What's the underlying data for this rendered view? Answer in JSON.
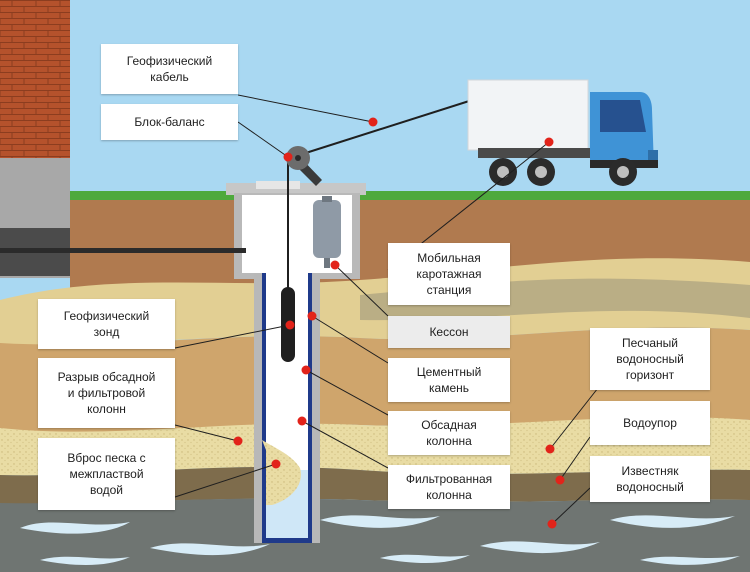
{
  "labels": {
    "geo_cable": "Геофизический\nкабель",
    "block_balance": "Блок-баланс",
    "mobile_station": "Мобильная\nкаротажная\nстанция",
    "caisson": "Кессон",
    "cement_stone": "Цементный\nкамень",
    "casing_column": "Обсадная\nколонна",
    "filter_column": "Фильтрованная\nколонна",
    "geo_probe": "Геофизический\nзонд",
    "casing_rupture": "Разрыв обсадной\nи фильтровой\nколонн",
    "sand_ejection": "Вброс песка с\nмежпластвой\nводой",
    "sandy_aquifer": "Песчаный\nводоносный\nгоризонт",
    "aquitard": "Водоупор",
    "limestone_aquifer": "Известняк\nводоносный"
  },
  "colors": {
    "sky": "#a9d8f2",
    "grass": "#4ea93c",
    "topsoil": "#b07a4f",
    "sand": "#e6d79e",
    "clay": "#cfa56c",
    "aquitard": "#7e6c4c",
    "limestone": "#6f7572",
    "water": "#d7ecf7",
    "marker": "#e2231a",
    "truck_cab": "#3f93d6",
    "brick": "#b5522c"
  },
  "icons": [
    "truck-icon",
    "pulley-icon",
    "expansion-tank-icon",
    "probe-icon"
  ]
}
